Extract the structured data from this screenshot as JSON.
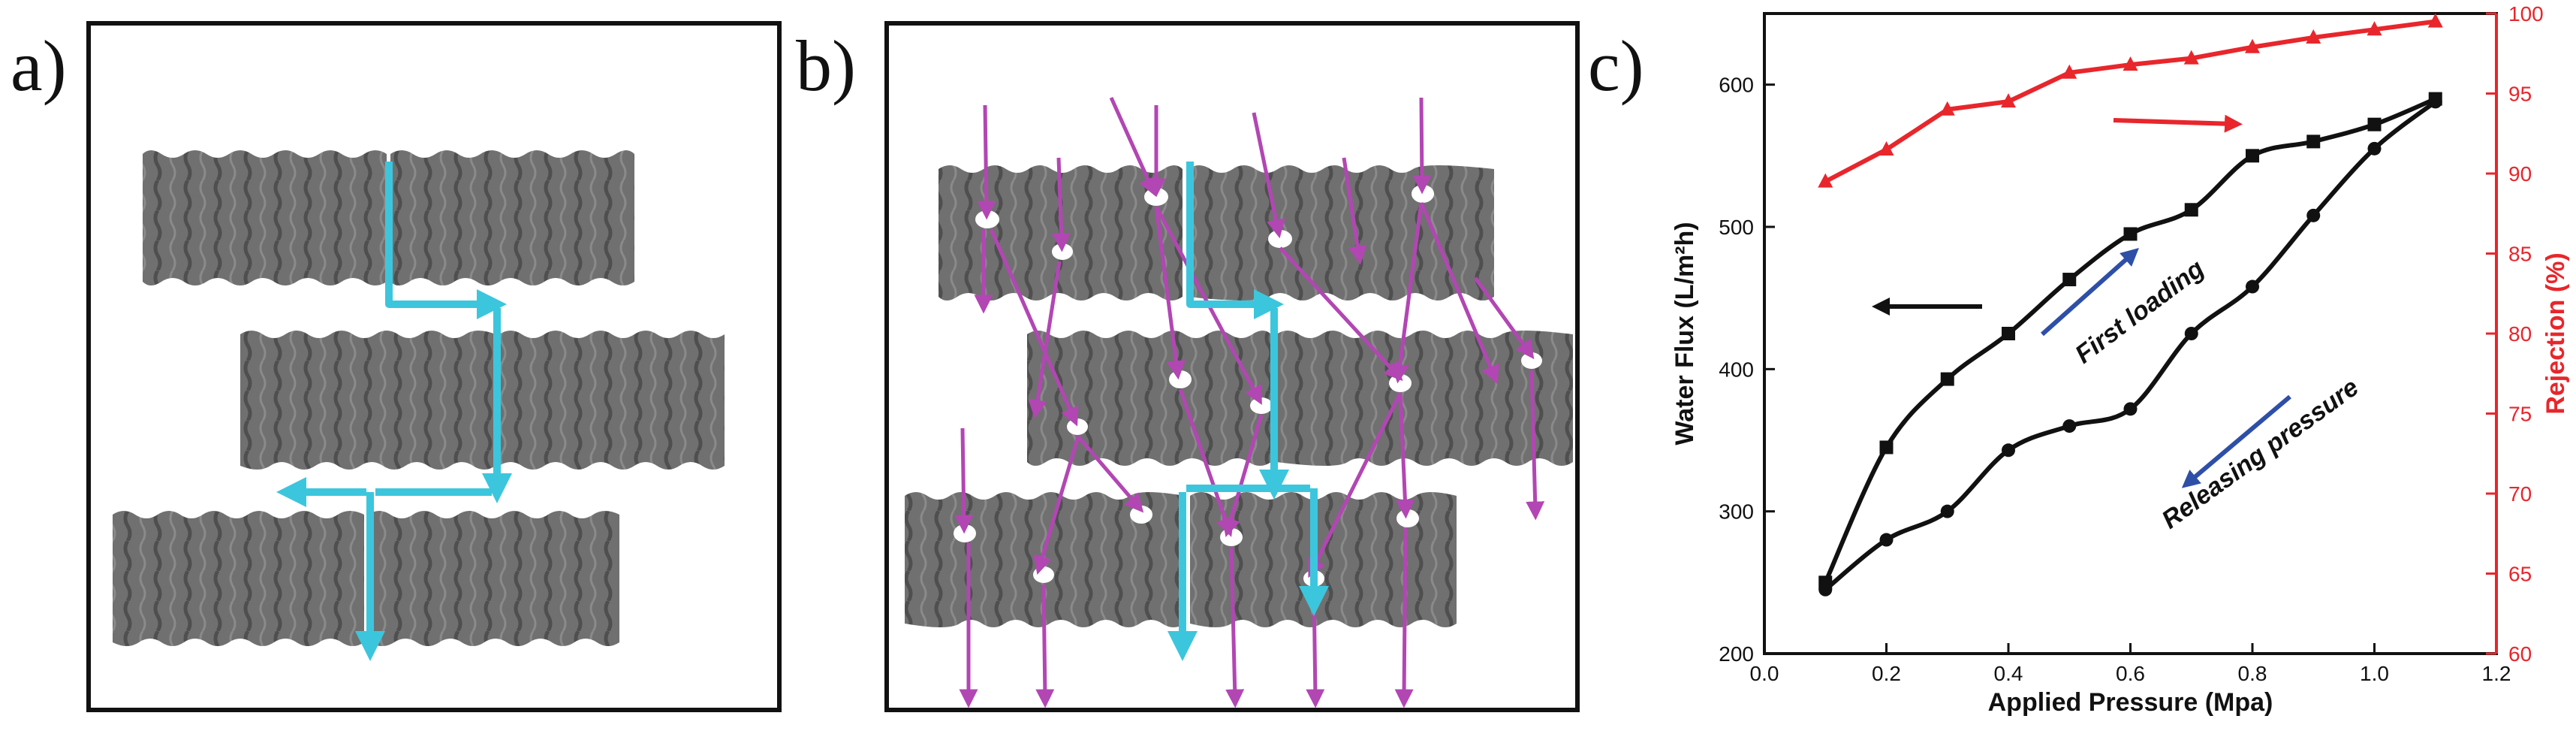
{
  "panels": {
    "a": {
      "label": "a)"
    },
    "b": {
      "label": "b)"
    },
    "c": {
      "label": "c)"
    }
  },
  "colors": {
    "flake": "#6f6f6f",
    "flake_dark": "#4d4d4d",
    "water_path": "#3cc6dd",
    "molecule_path": "#b246b3",
    "flux_series": "#111111",
    "rejection_series": "#e8262b",
    "annotation_arrow": "#2e4fa8"
  },
  "chart_data": {
    "type": "line",
    "xlabel": "Applied Pressure (Mpa)",
    "ylabel": "Water Flux (L/m²h)",
    "y2label": "Rejection (%)",
    "xlim": [
      0.0,
      1.2
    ],
    "ylim": [
      200,
      650
    ],
    "y2lim": [
      60,
      100
    ],
    "xticks": [
      "0.0",
      "0.2",
      "0.4",
      "0.6",
      "0.8",
      "1.0",
      "1.2"
    ],
    "yticks": [
      "200",
      "300",
      "400",
      "500",
      "600"
    ],
    "y2ticks": [
      "60",
      "65",
      "70",
      "75",
      "80",
      "85",
      "90",
      "95",
      "100"
    ],
    "series": [
      {
        "axis": "left",
        "marker": "square",
        "x": [
          0.1,
          0.2,
          0.3,
          0.4,
          0.5,
          0.6,
          0.7,
          0.8,
          0.9,
          1.0,
          1.1
        ],
        "y": [
          250,
          345,
          393,
          425,
          463,
          495,
          512,
          550,
          560,
          572,
          590
        ]
      },
      {
        "axis": "left",
        "marker": "circle",
        "x": [
          0.1,
          0.2,
          0.3,
          0.4,
          0.5,
          0.6,
          0.7,
          0.8,
          0.9,
          1.0,
          1.1
        ],
        "y": [
          245,
          280,
          300,
          343,
          360,
          372,
          425,
          458,
          508,
          555,
          588
        ]
      },
      {
        "axis": "right",
        "marker": "triangle",
        "x": [
          0.1,
          0.2,
          0.3,
          0.4,
          0.5,
          0.6,
          0.7,
          0.8,
          0.9,
          1.0,
          1.1
        ],
        "y": [
          89.5,
          91.5,
          94,
          94.5,
          96.3,
          96.8,
          97.2,
          97.9,
          98.5,
          99,
          99.5
        ]
      }
    ],
    "annotations": [
      "First loading",
      "Releasing pressure"
    ]
  }
}
